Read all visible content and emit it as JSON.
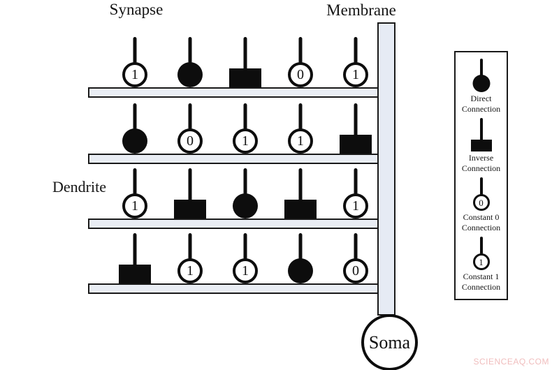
{
  "labels": {
    "synapse": "Synapse",
    "membrane": "Membrane",
    "dendrite": "Dendrite",
    "soma": "Soma"
  },
  "grid": {
    "rows": [
      [
        "const1",
        "direct",
        "inverse",
        "const0",
        "const1"
      ],
      [
        "direct",
        "const0",
        "const1",
        "const1",
        "inverse"
      ],
      [
        "const1",
        "inverse",
        "direct",
        "inverse",
        "const1"
      ],
      [
        "inverse",
        "const1",
        "const1",
        "direct",
        "const0"
      ]
    ],
    "symbol_digits": {
      "const0": "0",
      "const1": "1"
    }
  },
  "legend": {
    "items": [
      {
        "type": "direct",
        "label": "Direct Connection"
      },
      {
        "type": "inverse",
        "label": "Inverse Connection"
      },
      {
        "type": "const0",
        "label": "Constant 0 Connection"
      },
      {
        "type": "const1",
        "label": "Constant 1 Connection"
      }
    ]
  },
  "colors": {
    "bar_fill": "#e9edf4",
    "outline": "#0d0d0d",
    "watermark": "#f0bdbd"
  },
  "watermark": "SCIENCEAQ.COM"
}
